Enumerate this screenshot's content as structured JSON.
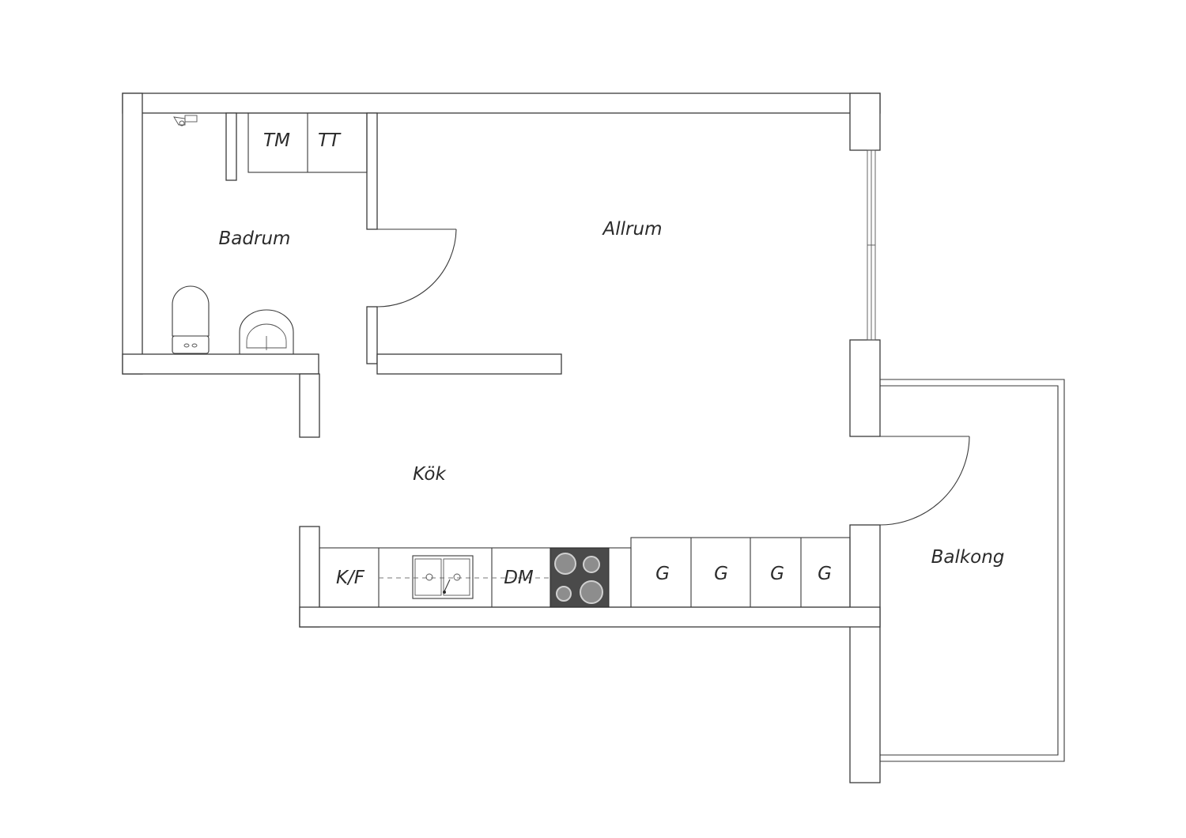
{
  "rooms": {
    "badrum": "Badrum",
    "allrum": "Allrum",
    "kok": "Kök",
    "balkong": "Balkong"
  },
  "wardrobes": {
    "tm": "TM",
    "tt": "TT"
  },
  "kitchen_units": {
    "kf": "K/F",
    "dm": "DM",
    "g1": "G",
    "g2": "G",
    "g3": "G",
    "g4": "G"
  },
  "colors": {
    "line": "#3a3a3a",
    "hob": "#4a4a4a",
    "background": "#ffffff"
  }
}
